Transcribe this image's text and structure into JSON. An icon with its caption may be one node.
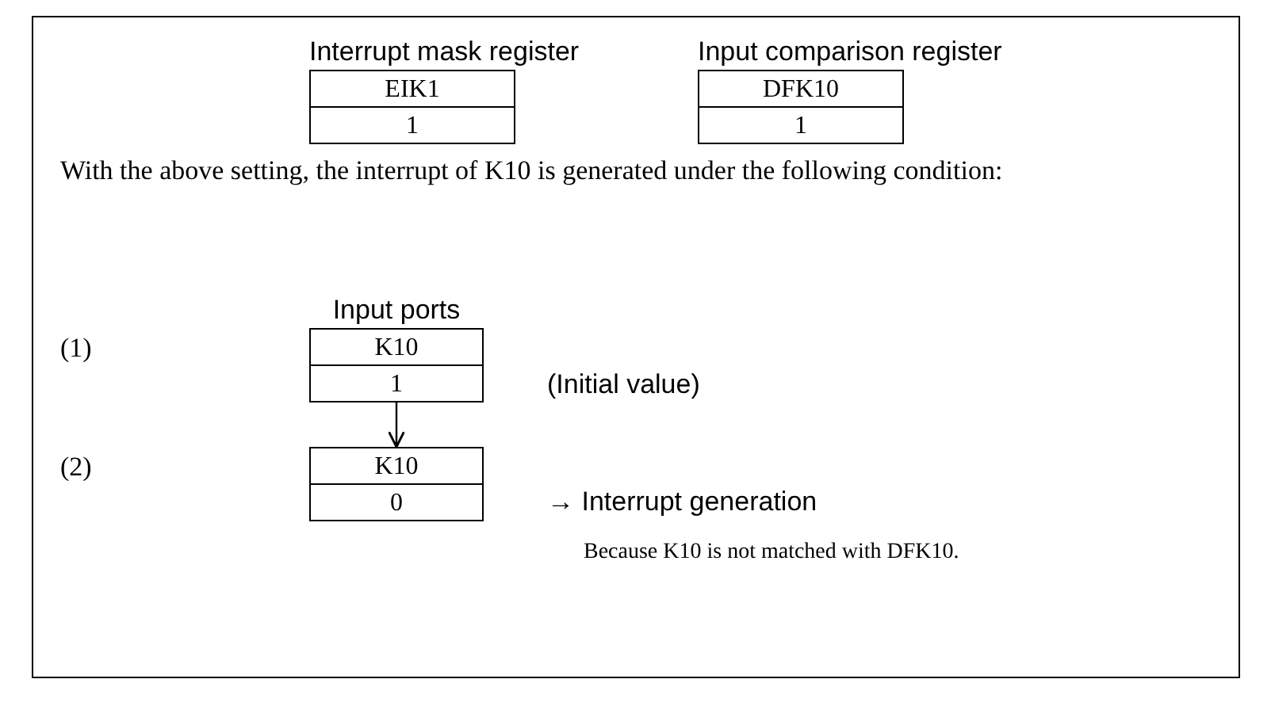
{
  "diagram": {
    "nodes": [
      {
        "text": [
          "Interrupt mask register",
          "EIK1",
          "1"
        ]
      },
      {
        "text": [
          "Input comparison register",
          "DFK10",
          "1"
        ]
      },
      {
        "text": [
          "Input ports",
          "K10",
          "1"
        ],
        "beside": [
          "(Initial value)"
        ]
      },
      {
        "text": [
          "K10",
          "0"
        ],
        "beside": [
          "→ Interrupt generation",
          "Because K10 is not matched with DFK10."
        ]
      }
    ],
    "edges": [
      {
        "from": 2,
        "to": 3,
        "arrow": "to"
      }
    ],
    "labels": [
      "With the above setting, the interrupt of K10 is generated under the following condition:",
      "(1)",
      "(2)"
    ]
  }
}
